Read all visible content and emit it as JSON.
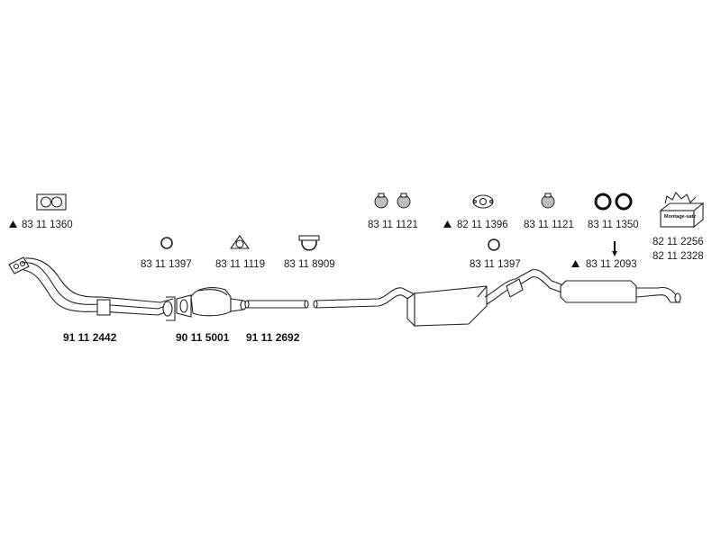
{
  "colors": {
    "line": "#222222",
    "fill": "#ffffff",
    "shade": "#bdbdbd",
    "background": "#ffffff"
  },
  "parts_top": [
    {
      "id": "gasket-left",
      "icon": "double-gasket-icon",
      "part_no": "83 11 1360",
      "marked": true
    },
    {
      "id": "mount-1",
      "icon": "rubber-mount-pair-icon",
      "part_no": "83 11 1121",
      "marked": false
    },
    {
      "id": "flange-gasket",
      "icon": "flange-gasket-icon",
      "part_no": "82 11 1396",
      "marked": true
    },
    {
      "id": "mount-2",
      "icon": "rubber-mount-pair-icon",
      "part_no": "83 11 1121",
      "marked": false
    },
    {
      "id": "rings",
      "icon": "ring-pair-icon",
      "part_no": "83 11 1350",
      "marked": false
    }
  ],
  "kit": {
    "label": "Montage-satz",
    "part_no_1": "82 11 2256",
    "part_no_2": "82 11 2328"
  },
  "parts_mid": [
    {
      "id": "ring-1",
      "icon": "ring-icon",
      "part_no": "83 11 1397",
      "marked": false
    },
    {
      "id": "triangle-gasket",
      "icon": "triangle-gasket-icon",
      "part_no": "83 11 1119",
      "marked": false
    },
    {
      "id": "clamp",
      "icon": "clamp-icon",
      "part_no": "83 11 8909",
      "marked": false
    },
    {
      "id": "ring-2",
      "icon": "ring-icon",
      "part_no": "83 11 1397",
      "marked": false
    },
    {
      "id": "hanger",
      "icon": "hanger-icon",
      "part_no": "83 11 2093",
      "marked": true
    }
  ],
  "parts_bottom": [
    {
      "id": "front-pipe",
      "part_no": "91 11 2442"
    },
    {
      "id": "catalyst",
      "part_no": "90 11 5001"
    },
    {
      "id": "mid-pipe",
      "part_no": "91 11 2692"
    }
  ]
}
